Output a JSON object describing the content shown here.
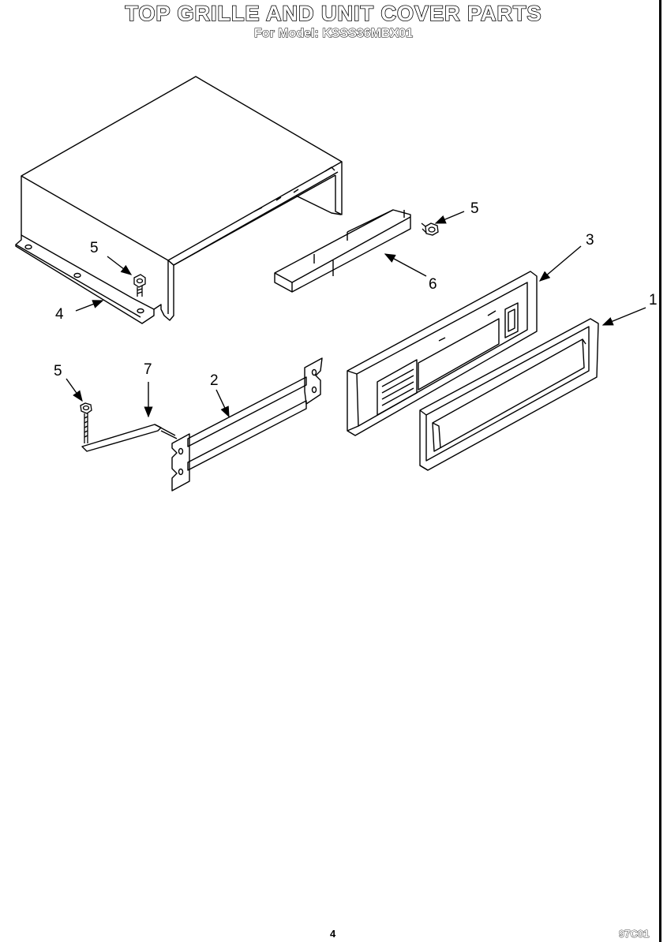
{
  "header": {
    "title": "TOP GRILLE AND UNIT COVER PARTS",
    "subtitle": "For Model: KSSS36MBX01"
  },
  "callouts": {
    "unit_cover": "4",
    "screw_cover": "5",
    "screw_right": "5",
    "bracket": "6",
    "grille_frame": "3",
    "grille": "1",
    "screw_lower": "5",
    "rod": "7",
    "support": "2"
  },
  "footer": {
    "page_number": "4",
    "doc_code": "97C01"
  }
}
